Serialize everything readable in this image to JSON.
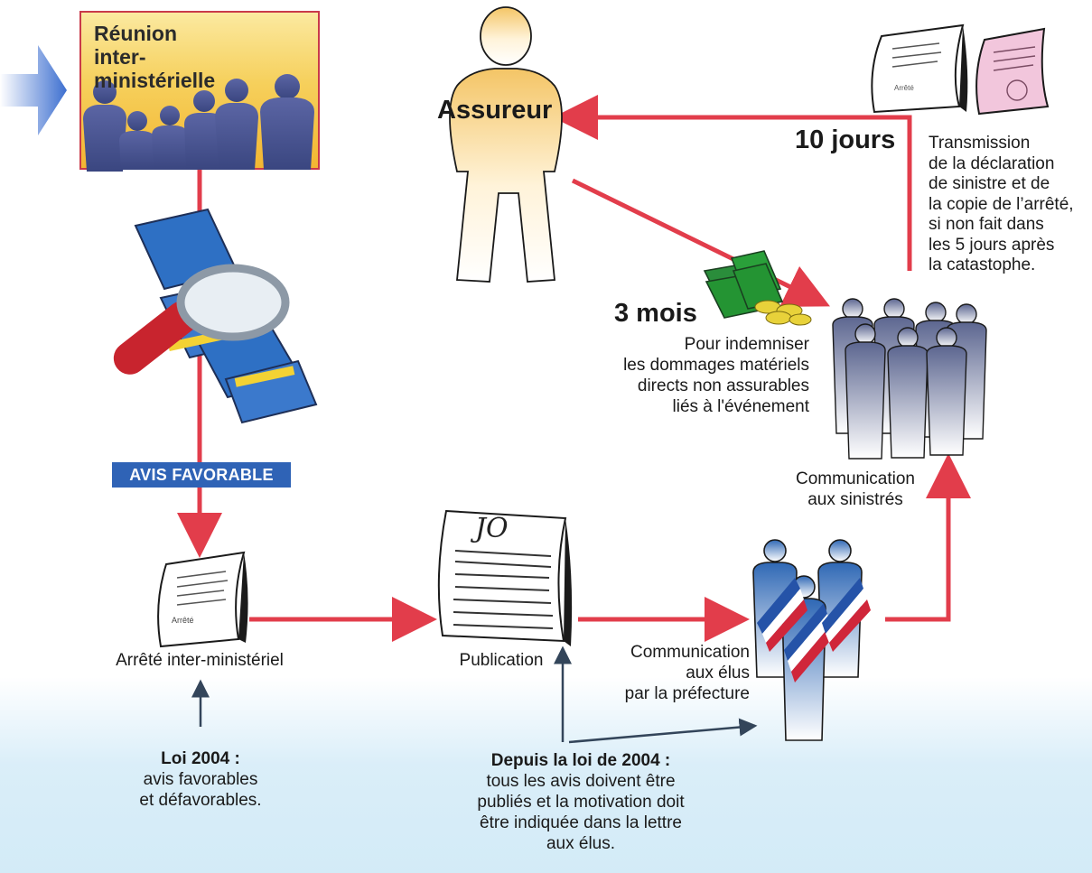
{
  "reunion": {
    "title_line1": "Réunion",
    "title_line2": "inter-ministérielle"
  },
  "avis_badge": "AVIS FAVORABLE",
  "arrete": {
    "doc_label": "Arrêté",
    "caption": "Arrêté inter-ministériel"
  },
  "publication": {
    "jo_label": "JO",
    "caption": "Publication"
  },
  "elus": {
    "caption": "Communication\naux élus\npar la préfecture"
  },
  "sinistres": {
    "caption": "Communication\naux sinistrés"
  },
  "assureur": {
    "label": "Assureur"
  },
  "delay_10": {
    "label": "10 jours"
  },
  "transmission": {
    "text": "Transmission\nde la déclaration\nde sinistre et de\nla copie de l’arrêté,\nsi non fait dans\nles 5 jours après\nla catastophe."
  },
  "top_docs": {
    "doc_label": "Arrêté"
  },
  "delay_3": {
    "label": "3 mois",
    "text": "Pour indemniser\nles dommages matériels\ndirects non assurables\nliés à l'événement"
  },
  "loi2004": {
    "title": "Loi 2004 :",
    "text": "avis favorables\net défavorables."
  },
  "depuis2004": {
    "title": "Depuis la loi de 2004 :",
    "text": "tous les avis doivent être\npubliés et la motivation doit\nêtre indiquée dans la lettre\naux élus."
  },
  "colors": {
    "arrow": "#e23d4b",
    "badge": "#2f63b6",
    "box_border": "#c9394a",
    "person": "#4d5a94"
  }
}
